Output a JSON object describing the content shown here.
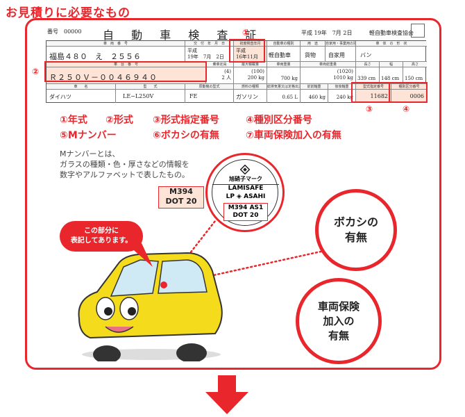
{
  "title": "お見積りに必要なもの",
  "certificate": {
    "number": "番号　00000",
    "name": "自 動 車 検 査 証",
    "issued": "平成 19年　7月 2日",
    "issuer": "軽自動車検査協会",
    "headers": {
      "reg_no": "車　両　番　号",
      "issue_date": "交　付　年　月　日",
      "expiry": "初度検査年月",
      "kind": "自動車の種別",
      "use": "用　途",
      "purpose": "自家用・事業用の別",
      "body": "車　体　の　形　状",
      "chassis": "車　台　番　号",
      "capacity": "乗車定員",
      "max_load": "最大積載量",
      "weight": "車両重量",
      "gross": "車両総重量",
      "length": "長さ",
      "width": "幅",
      "height": "高さ",
      "maker": "車　　名",
      "model": "型　　式",
      "engine": "原動機の型式",
      "fuel": "燃料の種類",
      "displacement": "総排気量又は定格出力",
      "front_axle": "前前軸重",
      "rear_axle": "後後軸重",
      "type_no": "型式指定番号",
      "class_no": "種別区分番号"
    },
    "values": {
      "reg_no": "福島４８０　え　２５５６",
      "issue_era": "平成",
      "issue_date": "19年　7月　2日",
      "expiry_era": "平成",
      "expiry": "16年11月",
      "kind": "軽自動車",
      "use": "貨物",
      "purpose": "自家用",
      "body": "バン",
      "chassis": "Ｒ２５０Ｖ－００４６９４０",
      "capacity": "(4)\n2 人",
      "max_load": "(100)\n200 kg",
      "weight": "700 kg",
      "gross": "(1020)\n1010 kg",
      "length": "339 cm",
      "width": "148 cm",
      "height": "150 cm",
      "maker": "ダイハツ",
      "model": "LE−L250V",
      "engine": "FE",
      "fuel": "ガソリン",
      "displacement": "0.65 L",
      "front_axle": "460 kg",
      "rear_axle": "240 kg",
      "type_no": "11682",
      "class_no": "0006"
    },
    "markers": [
      "①",
      "②",
      "③",
      "④"
    ]
  },
  "legend": {
    "row1": [
      "①年式",
      "②形式",
      "③形式指定番号",
      "④種別区分番号"
    ],
    "row2": [
      "⑤Mナンバー",
      "⑥ボカシの有無",
      "⑦車両保険加入の有無"
    ]
  },
  "description": [
    "Mナンバーとは、",
    "ガラスの種類・色・厚さなどの情報を",
    "数字やアルファベットで表したもの。"
  ],
  "badge": {
    "mark": "旭硝子マーク",
    "line1": "LAMISAFE",
    "line2": "LP ◈ ASAHI",
    "code1": "M394 AS1",
    "code2": "DOT 20"
  },
  "mnumber_box": [
    "M394",
    "DOT 20"
  ],
  "callout": [
    "この部分に",
    "表記してあります。"
  ],
  "circles": {
    "bokashi": [
      "ボカシの",
      "有無"
    ],
    "insurance": [
      "車両保険",
      "加入の",
      "有無"
    ]
  },
  "colors": {
    "accent": "#e8262b",
    "highlight": "#fde4d6",
    "car": "#f4dc1c"
  }
}
